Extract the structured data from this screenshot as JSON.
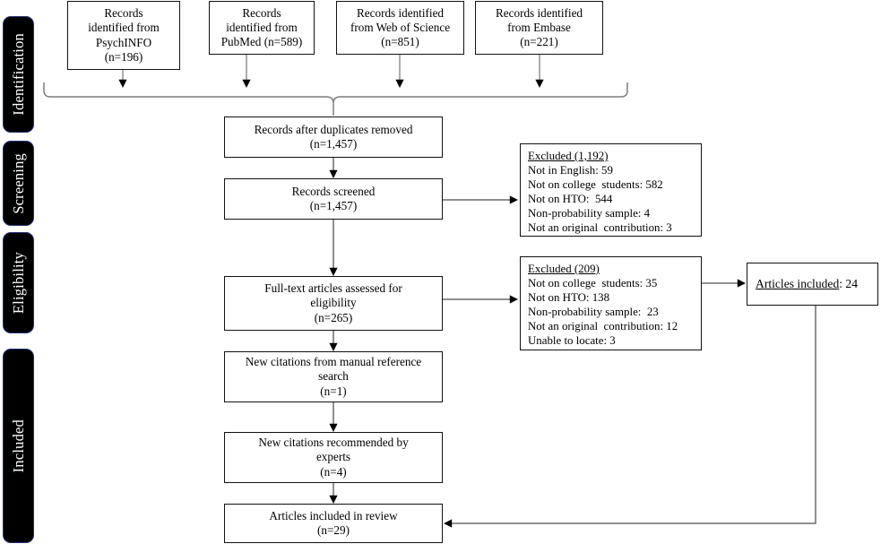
{
  "diagram": {
    "title": "PRISMA flow diagram",
    "type": "flowchart",
    "colors": {
      "phase_bar_fill": "#000000",
      "phase_bar_border": "#24317a",
      "phase_bar_text": "#ffffff",
      "box_border": "#111111",
      "box_fill": "#ffffff",
      "connector": "#6b6b6b"
    }
  },
  "phases": [
    {
      "label": "Identification"
    },
    {
      "label": "Screening"
    },
    {
      "label": "Eligibility"
    },
    {
      "label": "Included"
    }
  ],
  "sources": [
    {
      "name": "psycinfo",
      "text": "Records\nidentified from\nPsychINFO\n(n=196)"
    },
    {
      "name": "pubmed",
      "text": "Records\nidentified from\nPubMed (n=589)"
    },
    {
      "name": "web-of-science",
      "text": "Records identified\nfrom Web of Science\n(n=851)"
    },
    {
      "name": "embase",
      "text": "Records identified\nfrom Embase\n(n=221)"
    }
  ],
  "flow": [
    {
      "name": "records-after-duplicates",
      "text": "Records after duplicates removed\n(n=1,457)"
    },
    {
      "name": "records-screened",
      "text": "Records screened\n(n=1,457)"
    },
    {
      "name": "fulltext-assessed",
      "text": "Full-text articles  assessed for\neligibility\n(n=265)"
    },
    {
      "name": "new-citations-manual",
      "text": "New citations  from manual reference\nsearch\n(n=1)"
    },
    {
      "name": "new-citations-experts",
      "text": "New citations recommended by\nexperts\n(n=4)"
    },
    {
      "name": "articles-included-review",
      "text": "Articles  included in review\n(n=29)"
    }
  ],
  "excluded_screening": {
    "heading": "Excluded (1,192)",
    "reasons": [
      "Not in English: 59",
      "Not on college  students: 582",
      "Not on HTO:  544",
      "Non-probability sample: 4",
      "Not an original  contribution: 3"
    ]
  },
  "excluded_eligibility": {
    "heading": "Excluded (209)",
    "reasons": [
      "Not on college  students: 35",
      "Not on HTO: 138",
      "Non-probability sample:  23",
      "Not an original  contribution: 12",
      "Unable to locate: 3"
    ]
  },
  "articles_included": {
    "label": "Articles  included",
    "value": ": 24"
  },
  "chart_data": {
    "type": "flowchart",
    "title": "PRISMA flow diagram",
    "stages": [
      {
        "stage": "Identification",
        "nodes": [
          {
            "label": "Records identified from PsychINFO",
            "n": 196
          },
          {
            "label": "Records identified from PubMed",
            "n": 589
          },
          {
            "label": "Records identified from Web of Science",
            "n": 851
          },
          {
            "label": "Records identified from Embase",
            "n": 221
          },
          {
            "label": "Records after duplicates removed",
            "n": 1457
          }
        ]
      },
      {
        "stage": "Screening",
        "nodes": [
          {
            "label": "Records screened",
            "n": 1457
          },
          {
            "label": "Excluded",
            "n": 1192
          }
        ]
      },
      {
        "stage": "Eligibility",
        "nodes": [
          {
            "label": "Full-text articles assessed for eligibility",
            "n": 265
          },
          {
            "label": "Excluded",
            "n": 209
          },
          {
            "label": "Articles included",
            "n": 24
          }
        ]
      },
      {
        "stage": "Included",
        "nodes": [
          {
            "label": "New citations from manual reference search",
            "n": 1
          },
          {
            "label": "New citations recommended by experts",
            "n": 4
          },
          {
            "label": "Articles included in review",
            "n": 29
          }
        ]
      }
    ]
  }
}
